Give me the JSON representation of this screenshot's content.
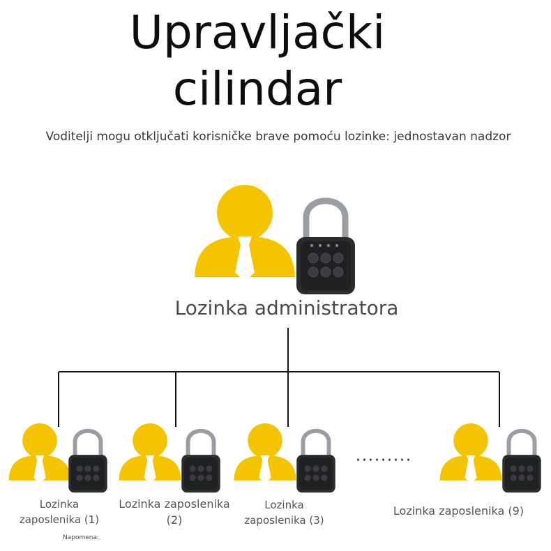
{
  "title_line1": "Upravljački",
  "title_line2": "cilindar",
  "subtitle": "Voditelji mogu otključati korisničke brave pomoću lozinke: jednostavan nadzor",
  "admin": {
    "label": "Lozinka administratora"
  },
  "employees": [
    {
      "label": "Lozinka zaposlenika (1)"
    },
    {
      "label": "Lozinka zaposlenika (2)"
    },
    {
      "label": "Lozinka zaposlenika (3)"
    },
    {
      "label": "Lozinka zaposlenika (9)"
    }
  ],
  "ellipsis": "·········",
  "note": "Napomena:",
  "colors": {
    "person": "#f5c400",
    "tie": "#ffffff",
    "lock_body": "#2a2c2e",
    "shackle": "#9a9ea3",
    "line": "#111111"
  },
  "icons": [
    "person-icon",
    "padlock-icon"
  ]
}
